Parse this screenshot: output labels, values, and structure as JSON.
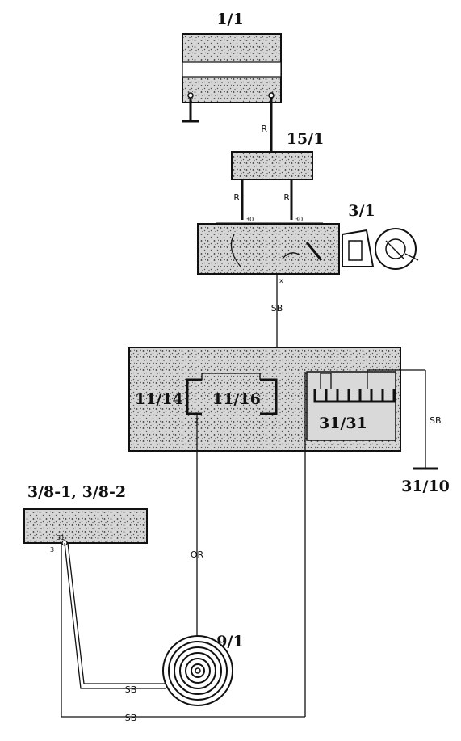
{
  "components": {
    "battery": "1/1",
    "fuse_box": "15/1",
    "ignition_switch": "3/1",
    "control_module_left": "11/14",
    "control_module_mid": "11/16",
    "connector_block": "31/31",
    "ground": "31/10",
    "door_switches": "3/8-1, 3/8-2",
    "horn": "9/1"
  },
  "wires": {
    "battery_to_fuse": "R",
    "fuse_to_switch_left": "R",
    "fuse_to_switch_right": "R",
    "switch_to_module": "SB",
    "module_to_ground": "SB",
    "module_to_horn": "OR",
    "switch_to_horn": "SB",
    "bottom_loop": "SB"
  },
  "pins": {
    "switch_left_30": "30",
    "switch_right_30": "30",
    "switch_out": "x",
    "module_out": "2",
    "door_pin_31": "31",
    "door_pin_3": "3"
  }
}
